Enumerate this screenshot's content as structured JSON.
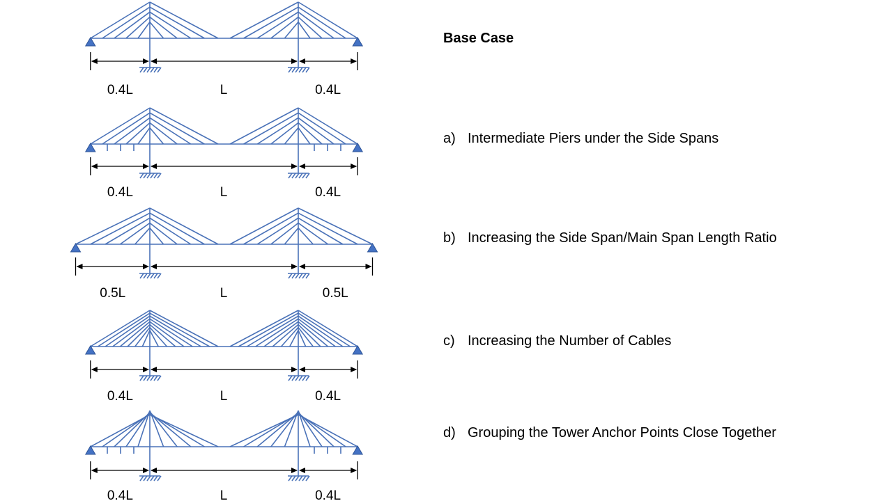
{
  "colors": {
    "structure": "#4a72b8",
    "dimension": "#000000",
    "support": "#4472c4"
  },
  "cases": [
    {
      "title": "Base Case",
      "letter": "",
      "text": "",
      "dims": {
        "left": "0.4L",
        "center": "L",
        "right": "0.4L"
      },
      "cables_per_side": 5,
      "intermediate_piers": 0,
      "grouped_anchors": false,
      "side_ratio": 0.4
    },
    {
      "title": "",
      "letter": "a)",
      "text": "Intermediate Piers under the Side Spans",
      "dims": {
        "left": "0.4L",
        "center": "L",
        "right": "0.4L"
      },
      "cables_per_side": 5,
      "intermediate_piers": 3,
      "grouped_anchors": false,
      "side_ratio": 0.4
    },
    {
      "title": "",
      "letter": "b)",
      "text": "Increasing the Side Span/Main Span Length Ratio",
      "dims": {
        "left": "0.5L",
        "center": "L",
        "right": "0.5L"
      },
      "cables_per_side": 5,
      "intermediate_piers": 0,
      "grouped_anchors": false,
      "side_ratio": 0.5
    },
    {
      "title": "",
      "letter": "c)",
      "text": "Increasing the Number of Cables",
      "dims": {
        "left": "0.4L",
        "center": "L",
        "right": "0.4L"
      },
      "cables_per_side": 8,
      "intermediate_piers": 0,
      "grouped_anchors": false,
      "side_ratio": 0.4
    },
    {
      "title": "",
      "letter": "d)",
      "text": "Grouping the Tower Anchor Points Close Together",
      "dims": {
        "left": "0.4L",
        "center": "L",
        "right": "0.4L"
      },
      "cables_per_side": 5,
      "intermediate_piers": 3,
      "grouped_anchors": true,
      "side_ratio": 0.4
    }
  ]
}
